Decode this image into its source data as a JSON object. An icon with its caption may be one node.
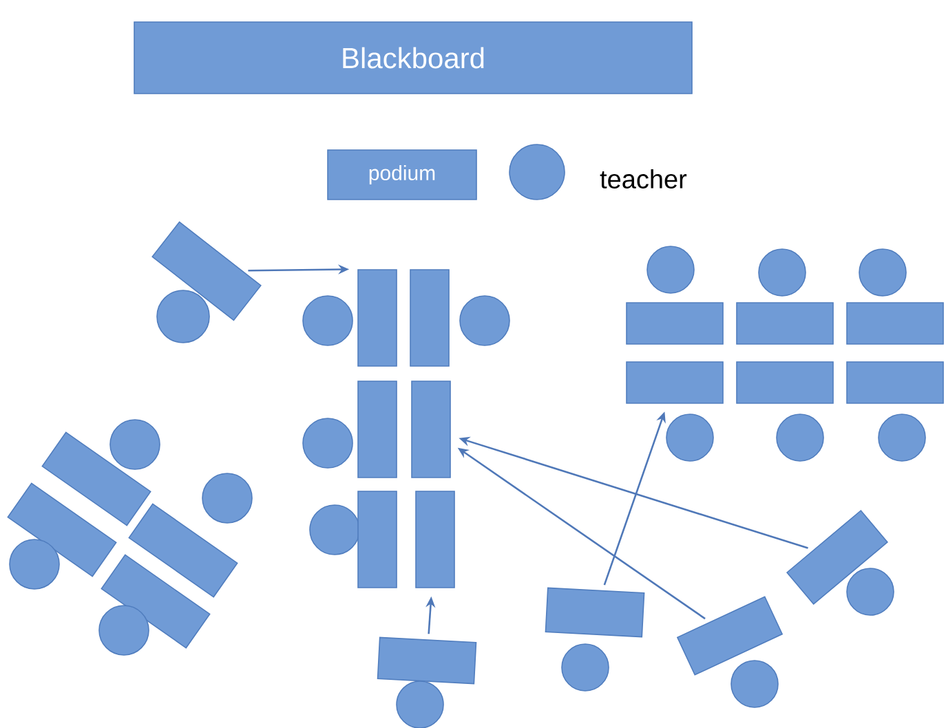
{
  "diagram": {
    "nodes": [
      {
        "text": [
          "Blackboard"
        ]
      },
      {
        "text": [
          "podium"
        ]
      },
      {
        "text": [],
        "shape": "circle",
        "beside": [
          "teacher"
        ]
      },
      {
        "text": [],
        "shape": "box"
      },
      {
        "text": [],
        "shape": "circle"
      },
      {
        "text": [],
        "shape": "circle"
      },
      {
        "text": [],
        "shape": "box"
      },
      {
        "text": [],
        "shape": "box"
      },
      {
        "text": [],
        "shape": "circle"
      },
      {
        "text": [],
        "shape": "circle"
      },
      {
        "text": [],
        "shape": "circle"
      },
      {
        "text": [],
        "shape": "circle"
      },
      {
        "text": [],
        "shape": "box"
      },
      {
        "text": [],
        "shape": "box"
      },
      {
        "text": [],
        "shape": "box"
      },
      {
        "text": [],
        "shape": "box"
      },
      {
        "text": [],
        "shape": "box"
      },
      {
        "text": [],
        "shape": "box"
      },
      {
        "text": [],
        "shape": "box"
      },
      {
        "text": [],
        "shape": "box"
      },
      {
        "text": [],
        "shape": "circle"
      },
      {
        "text": [],
        "shape": "circle"
      },
      {
        "text": [],
        "shape": "circle"
      },
      {
        "text": [],
        "shape": "circle"
      },
      {
        "text": [],
        "shape": "circle"
      },
      {
        "text": [],
        "shape": "box"
      },
      {
        "text": [],
        "shape": "circle"
      },
      {
        "text": [],
        "shape": "box"
      },
      {
        "text": [],
        "shape": "circle"
      },
      {
        "text": [],
        "shape": "box"
      },
      {
        "text": [],
        "shape": "box"
      },
      {
        "text": [],
        "shape": "box"
      },
      {
        "text": [],
        "shape": "circle"
      },
      {
        "text": [],
        "shape": "box"
      },
      {
        "text": [],
        "shape": "circle"
      },
      {
        "text": [],
        "shape": "box"
      },
      {
        "text": [],
        "shape": "box"
      },
      {
        "text": [],
        "shape": "circle"
      },
      {
        "text": [],
        "shape": "box"
      },
      {
        "text": [],
        "shape": "box"
      },
      {
        "text": [],
        "shape": "circle"
      },
      {
        "text": [],
        "shape": "circle"
      },
      {
        "text": [],
        "shape": "circle"
      }
    ],
    "edges": [
      {
        "from": 3,
        "to": 6,
        "arrow": "to"
      },
      {
        "from": 39,
        "to": 30,
        "arrow": "to"
      },
      {
        "from": 36,
        "to": 15,
        "arrow": "to"
      },
      {
        "from": 38,
        "to": 19,
        "arrow": "to"
      },
      {
        "from": 33,
        "to": 19,
        "arrow": "to"
      }
    ]
  }
}
